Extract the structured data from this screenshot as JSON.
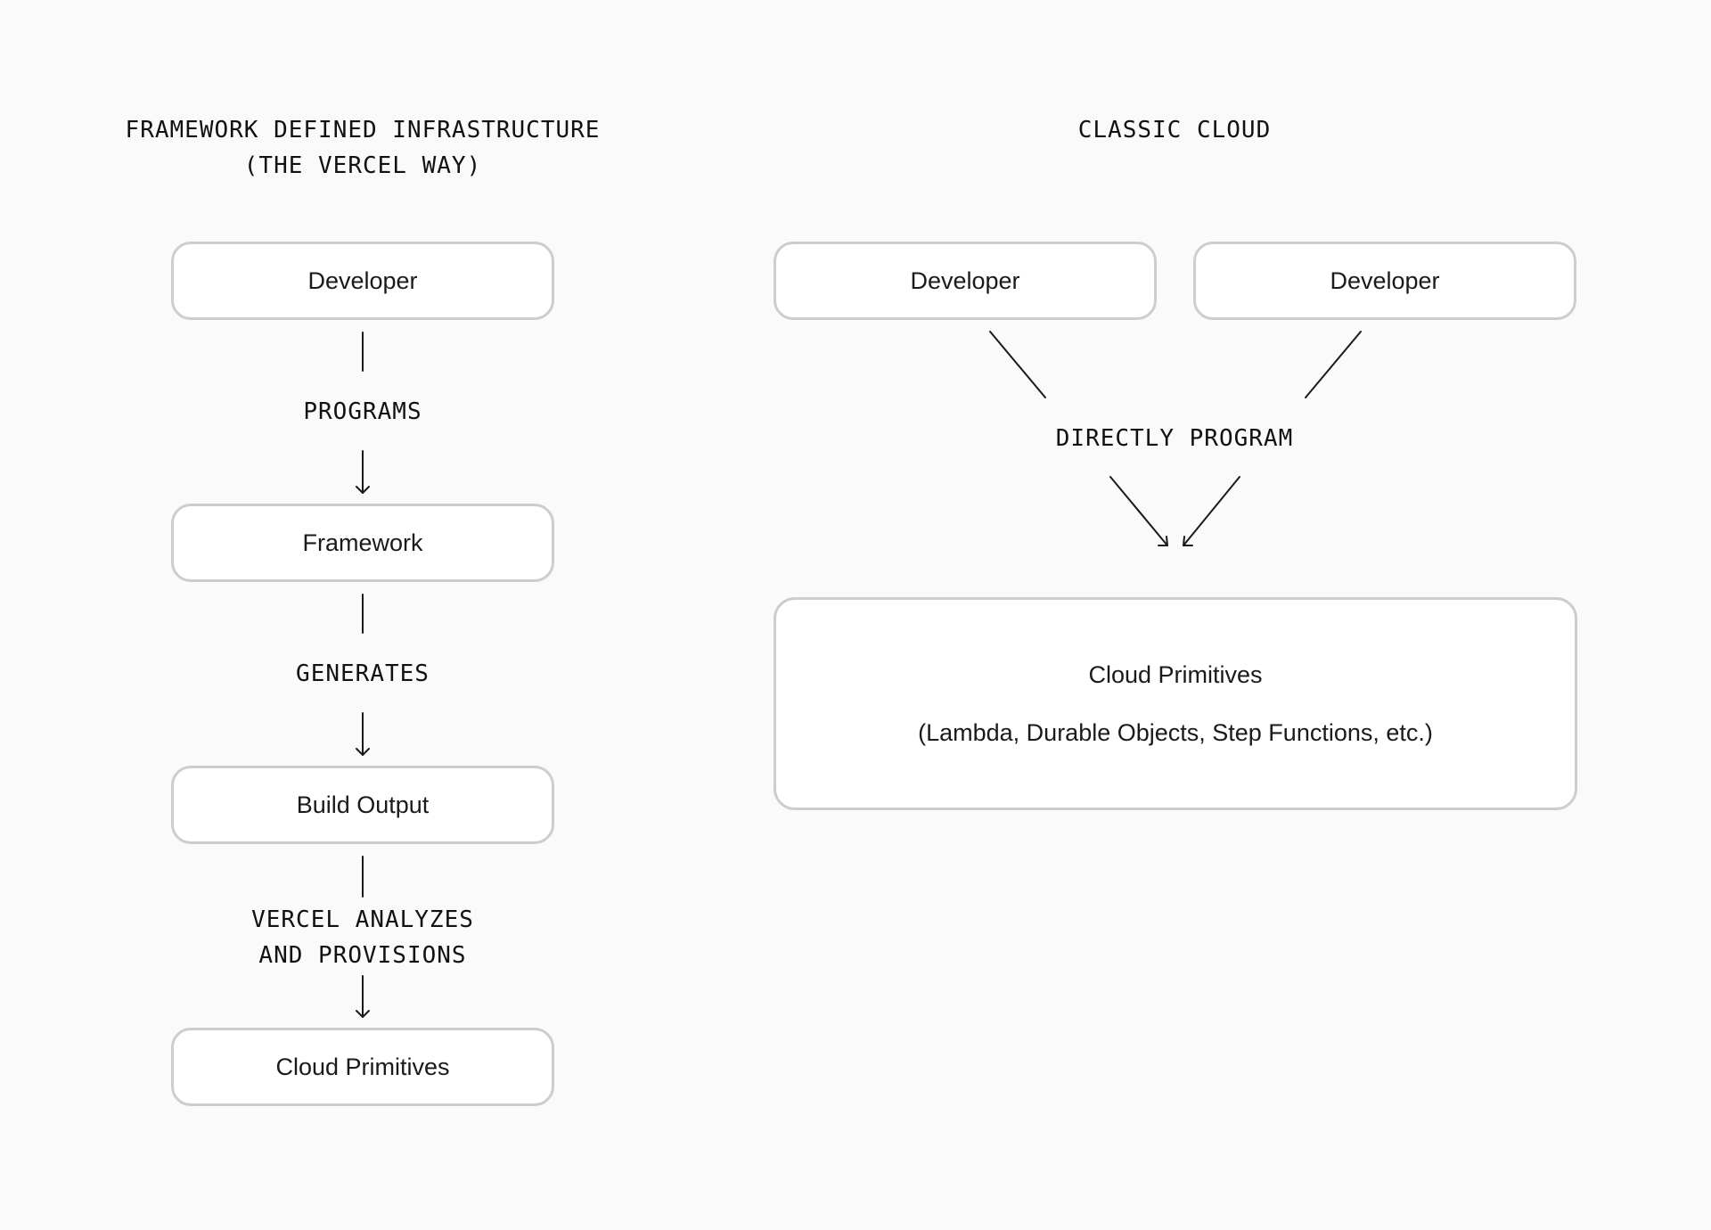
{
  "left_panel": {
    "heading_line1": "FRAMEWORK DEFINED INFRASTRUCTURE",
    "heading_line2": "(THE VERCEL WAY)",
    "nodes": {
      "developer": "Developer",
      "framework": "Framework",
      "build_output": "Build Output",
      "cloud_primitives": "Cloud Primitives"
    },
    "edges": {
      "programs": "PROGRAMS",
      "generates": "GENERATES",
      "analyzes_line1": "VERCEL ANALYZES",
      "analyzes_line2": "AND PROVISIONS"
    }
  },
  "right_panel": {
    "heading": "CLASSIC CLOUD",
    "nodes": {
      "developer_a": "Developer",
      "developer_b": "Developer",
      "cloud_primitives_title": "Cloud Primitives",
      "cloud_primitives_detail": "(Lambda, Durable Objects, Step Functions, etc.)"
    },
    "edges": {
      "directly_program": "DIRECTLY PROGRAM"
    }
  }
}
